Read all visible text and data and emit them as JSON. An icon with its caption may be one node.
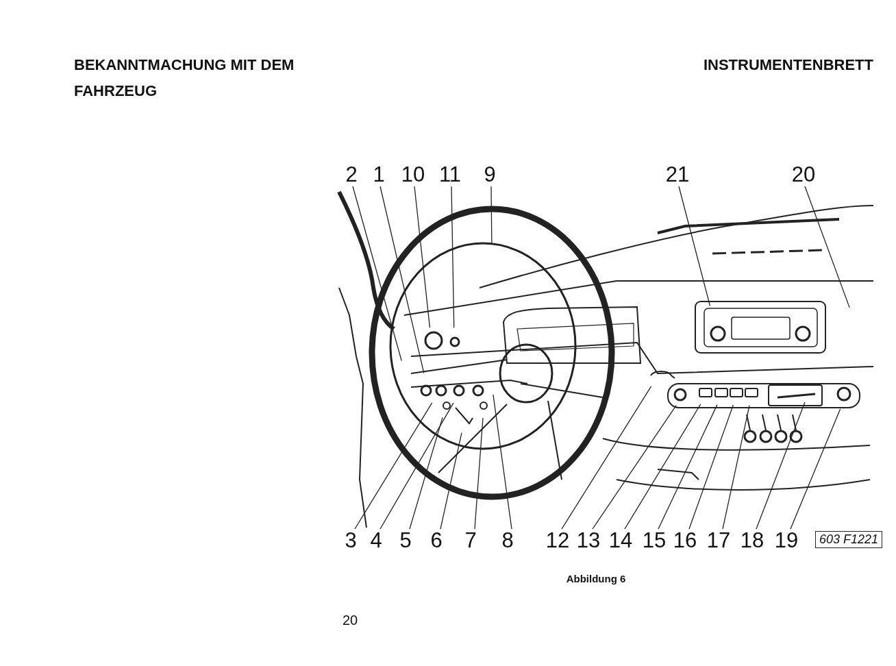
{
  "diagram": {
    "caption": "Abbildung 6",
    "nodes": [
      {
        "text": [
          "2"
        ]
      },
      {
        "text": [
          "1"
        ]
      },
      {
        "text": [
          "10"
        ]
      },
      {
        "text": [
          "11"
        ]
      },
      {
        "text": [
          "9"
        ]
      },
      {
        "text": [
          "21"
        ]
      },
      {
        "text": [
          "20"
        ]
      },
      {
        "text": [
          "3"
        ]
      },
      {
        "text": [
          "4"
        ]
      },
      {
        "text": [
          "5"
        ]
      },
      {
        "text": [
          "6"
        ]
      },
      {
        "text": [
          "7"
        ]
      },
      {
        "text": [
          "8"
        ]
      },
      {
        "text": [
          "12"
        ]
      },
      {
        "text": [
          "13"
        ]
      },
      {
        "text": [
          "14"
        ]
      },
      {
        "text": [
          "15"
        ]
      },
      {
        "text": [
          "16"
        ]
      },
      {
        "text": [
          "17"
        ]
      },
      {
        "text": [
          "18"
        ]
      },
      {
        "text": [
          "19"
        ]
      },
      {
        "text": [
          "603 F1221"
        ]
      }
    ],
    "edges": [
      {
        "from": 0,
        "to": null,
        "arrow": "none"
      },
      {
        "from": 1,
        "to": null,
        "arrow": "none"
      },
      {
        "from": 2,
        "to": null,
        "arrow": "none"
      },
      {
        "from": 3,
        "to": null,
        "arrow": "none"
      },
      {
        "from": 4,
        "to": null,
        "arrow": "none"
      },
      {
        "from": 5,
        "to": null,
        "arrow": "none"
      },
      {
        "from": 6,
        "to": null,
        "arrow": "none"
      },
      {
        "from": 7,
        "to": null,
        "arrow": "none"
      },
      {
        "from": 8,
        "to": null,
        "arrow": "none"
      },
      {
        "from": 9,
        "to": null,
        "arrow": "none"
      },
      {
        "from": 10,
        "to": null,
        "arrow": "none"
      },
      {
        "from": 11,
        "to": null,
        "arrow": "none"
      },
      {
        "from": 12,
        "to": null,
        "arrow": "none"
      },
      {
        "from": 13,
        "to": null,
        "arrow": "none"
      },
      {
        "from": 14,
        "to": null,
        "arrow": "none"
      },
      {
        "from": 15,
        "to": null,
        "arrow": "none"
      },
      {
        "from": 16,
        "to": null,
        "arrow": "none"
      },
      {
        "from": 17,
        "to": null,
        "arrow": "none"
      },
      {
        "from": 18,
        "to": null,
        "arrow": "none"
      },
      {
        "from": 19,
        "to": null,
        "arrow": "none"
      },
      {
        "from": 20,
        "to": null,
        "arrow": "none"
      }
    ],
    "labels": [
      "BEKANNTMACHUNG MIT DEM FAHRZEUG",
      "INSTRUMENTENBRETT",
      "20"
    ]
  }
}
